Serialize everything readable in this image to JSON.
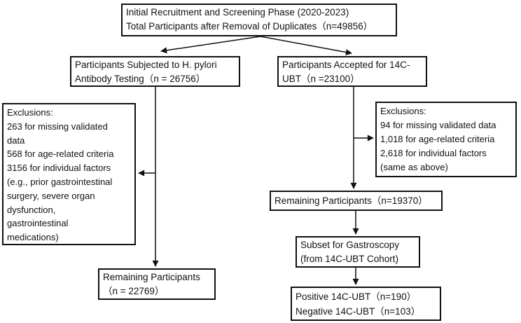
{
  "figure": {
    "background_color": "#ffffff",
    "line_color": "#111111",
    "boxes": {
      "initial": {
        "lines": [
          "Initial Recruitment and Screening Phase (2020-2023)",
          "Total Participants after Removal of Duplicates（n=49856）"
        ]
      },
      "hp_antibody": {
        "lines": [
          "Participants Subjected to H. pylori",
          "Antibody Testing（n = 26756）"
        ]
      },
      "ubt_accepted": {
        "lines": [
          "Participants Accepted for 14C-",
          "UBT（n =23100）"
        ]
      },
      "exclusions_hp": {
        "lines": [
          "Exclusions:",
          "263 for missing validated",
          "data",
          "568 for age-related criteria",
          "3156 for individual factors",
          "(e.g., prior gastrointestinal",
          "surgery, severe organ",
          "dysfunction,",
          "gastrointestinal",
          "medications)"
        ]
      },
      "exclusions_ubt": {
        "lines": [
          "Exclusions:",
          "94 for missing validated data",
          "1,018 for age-related criteria",
          "2,618 for individual factors",
          "(same as above)"
        ]
      },
      "remaining_ubt": {
        "lines": [
          "Remaining Participants（n=19370）"
        ]
      },
      "gastroscopy_subset": {
        "lines": [
          "Subset for Gastroscopy",
          "(from 14C-UBT Cohort)"
        ]
      },
      "ubt_results": {
        "lines": [
          "Positive 14C-UBT（n=190）",
          "Negative 14C-UBT（n=103）"
        ]
      },
      "remaining_hp": {
        "lines": [
          "Remaining Participants",
          "（n = 22769）"
        ]
      }
    }
  }
}
